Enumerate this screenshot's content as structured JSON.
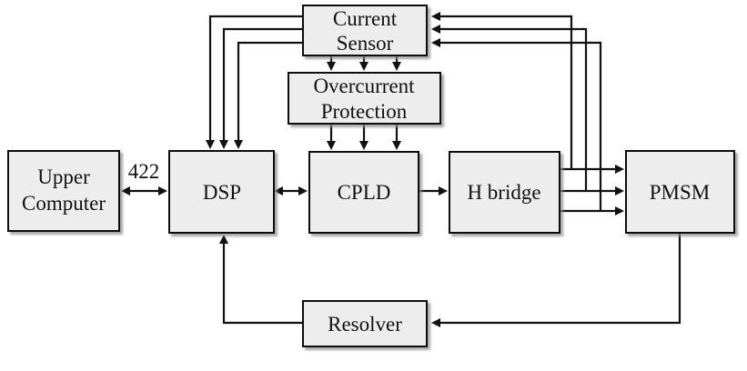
{
  "blocks": {
    "current_sensor": [
      "Current",
      "Sensor"
    ],
    "overcurrent_protection": [
      "Overcurrent",
      "Protection"
    ],
    "upper_computer": [
      "Upper",
      "Computer"
    ],
    "dsp": "DSP",
    "cpld": "CPLD",
    "h_bridge": "H bridge",
    "pmsm": "PMSM",
    "resolver": "Resolver"
  },
  "link_labels": {
    "upper_dsp": "422"
  }
}
